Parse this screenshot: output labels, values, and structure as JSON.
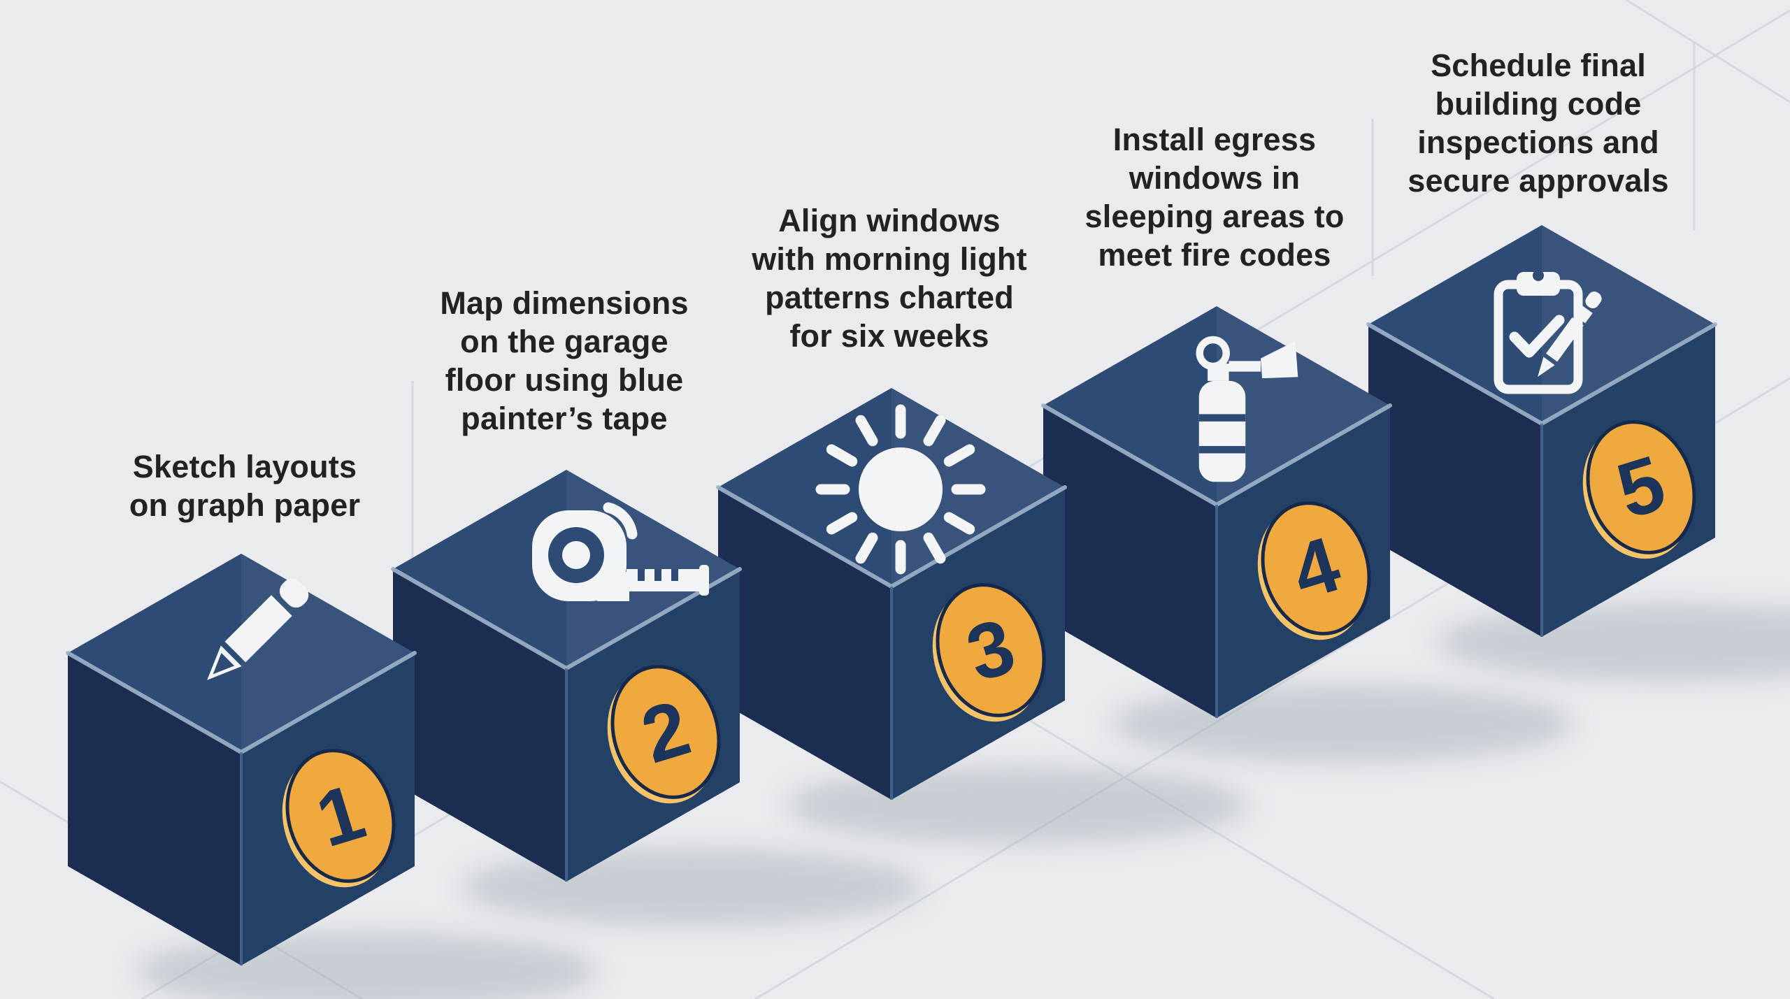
{
  "theme": {
    "background": "#e9ebee",
    "grid-line": "#d0d4da",
    "cube-top": "#2e4b75",
    "cube-left": "#1b2e52",
    "cube-right": "#234067",
    "edge-highlight": "#9db2ca",
    "front-edge": "#466890",
    "icon": "#f2f4f6",
    "badge-fill": "#efa93f",
    "badge-rim": "#f6c468",
    "badge-shadow": "#16294a",
    "badge-number-color": "#1c3459",
    "label-color": "#202224",
    "shadow": "rgba(151,160,172,0.40)"
  },
  "steps": [
    {
      "number": "1",
      "icon": "pencil-icon",
      "label": "Sketch layouts on graph paper",
      "label_lines": [
        "Sketch layouts",
        "on graph paper"
      ]
    },
    {
      "number": "2",
      "icon": "tape-measure-icon",
      "label": "Map dimensions on the garage floor using blue painter’s tape",
      "label_lines": [
        "Map dimensions",
        "on the garage",
        "floor using blue",
        "painter’s tape"
      ]
    },
    {
      "number": "3",
      "icon": "sun-icon",
      "label": "Align windows with morning light patterns charted for six weeks",
      "label_lines": [
        "Align windows",
        "with morning light",
        "patterns charted",
        "for six weeks"
      ]
    },
    {
      "number": "4",
      "icon": "fire-extinguisher-icon",
      "label": "Install egress windows in sleeping areas to meet fire codes",
      "label_lines": [
        "Install egress",
        "windows in",
        "sleeping areas to",
        "meet fire codes"
      ]
    },
    {
      "number": "5",
      "icon": "clipboard-check-icon",
      "label": "Schedule final building code inspections and secure approvals",
      "label_lines": [
        "Schedule final",
        "building code",
        "inspections and",
        "secure approvals"
      ]
    }
  ]
}
